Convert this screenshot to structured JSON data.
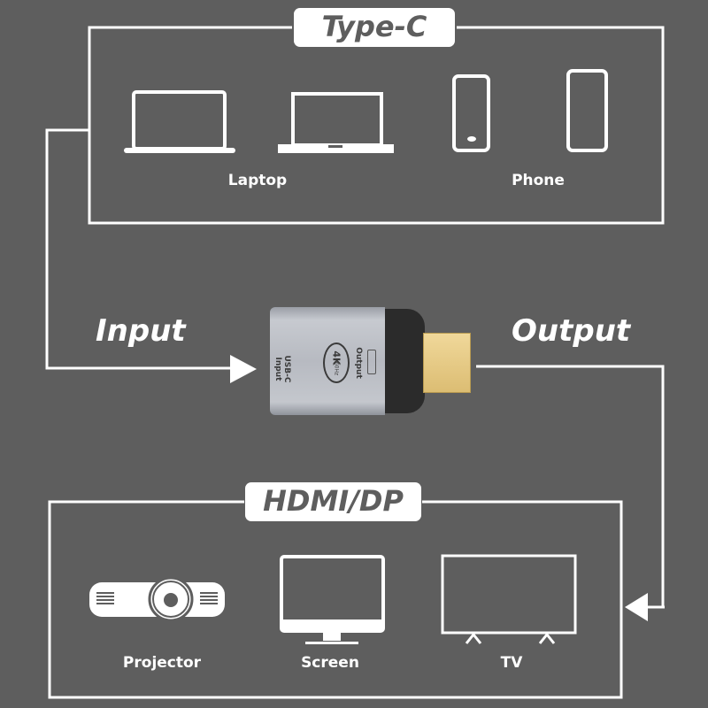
{
  "groups": {
    "source": {
      "title": "Type-C",
      "items": [
        {
          "label": "Laptop",
          "icons": [
            "laptop-icon",
            "laptop-icon"
          ]
        },
        {
          "label": "Phone",
          "icons": [
            "phone-icon",
            "phone-icon"
          ]
        }
      ]
    },
    "target": {
      "title": "HDMI/DP",
      "items": [
        {
          "label": "Projector",
          "icon": "projector-icon"
        },
        {
          "label": "Screen",
          "icon": "monitor-icon"
        },
        {
          "label": "TV",
          "icon": "tv-icon"
        }
      ]
    }
  },
  "flow": {
    "input_label": "Input",
    "output_label": "Output"
  },
  "adapter": {
    "input_text_1": "USB-C",
    "input_text_2": "Input",
    "badge_main": "4K",
    "badge_sub": "60Hz",
    "output_text": "Output",
    "colors": {
      "body": "#b9bcc3",
      "cap": "#2a2a2a",
      "plug": "#e8cd8c",
      "background": "#5e5e5e",
      "lines": "#ffffff"
    }
  }
}
